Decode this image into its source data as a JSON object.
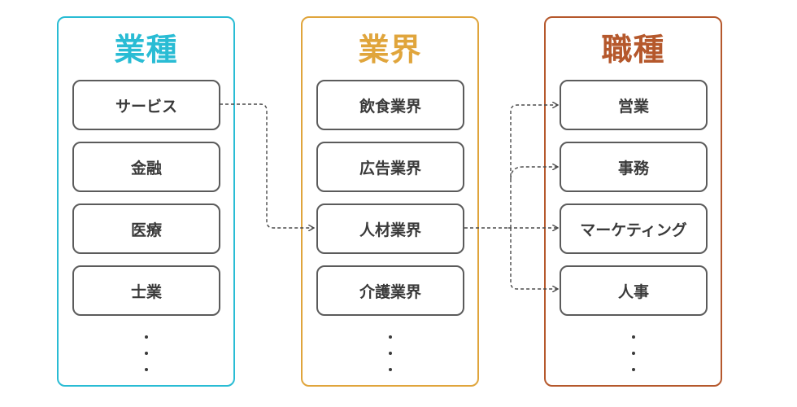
{
  "columns": {
    "gyoshu": {
      "title": "業種",
      "color": "#29bcd4",
      "items": [
        "サービス",
        "金融",
        "医療",
        "士業"
      ]
    },
    "gyokai": {
      "title": "業界",
      "color": "#e0a53c",
      "items": [
        "飲食業界",
        "広告業界",
        "人材業界",
        "介護業界"
      ]
    },
    "shokushu": {
      "title": "職種",
      "color": "#b5582c",
      "items": [
        "営業",
        "事務",
        "マーケティング",
        "人事"
      ]
    }
  },
  "connections": [
    {
      "from": "サービス",
      "to": "人材業界"
    },
    {
      "from": "人材業界",
      "to": "営業"
    },
    {
      "from": "人材業界",
      "to": "事務"
    },
    {
      "from": "人材業界",
      "to": "マーケティング"
    },
    {
      "from": "人材業界",
      "to": "人事"
    }
  ]
}
